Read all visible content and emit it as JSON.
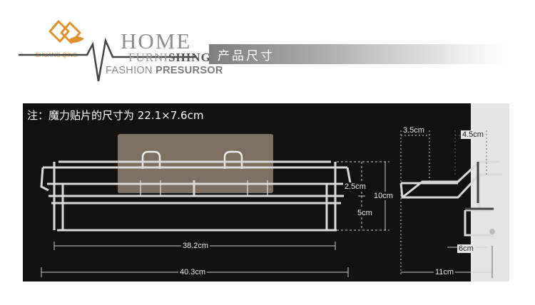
{
  "header": {
    "brand": "SHUANG QING",
    "home": "HOME",
    "furnishing_light": "FURNI",
    "furnishing_bold": "SHING",
    "fashion": "FASHION",
    "presursor": "PRESURSOR",
    "section_title": "产品尺寸"
  },
  "panel": {
    "note": "注：魔力贴片的尺寸为 22.1×7.6cm",
    "front_dims": {
      "inner_width": "38.2cm",
      "total_width": "40.3cm",
      "top_gap": "2.5cm",
      "height": "10cm",
      "lower_gap": "5cm"
    },
    "side_dims": {
      "front_depth": "3.5cm",
      "back_depth": "4.5cm",
      "hook_depth": "6cm",
      "total_depth": "11cm"
    }
  },
  "colors": {
    "logo_orange": "#e0902c",
    "banner_dark": "#7f7f7f",
    "panel_bg": "#121212",
    "steel": "#d9d9d9",
    "adhesive_pad": "#8a7a6a"
  }
}
